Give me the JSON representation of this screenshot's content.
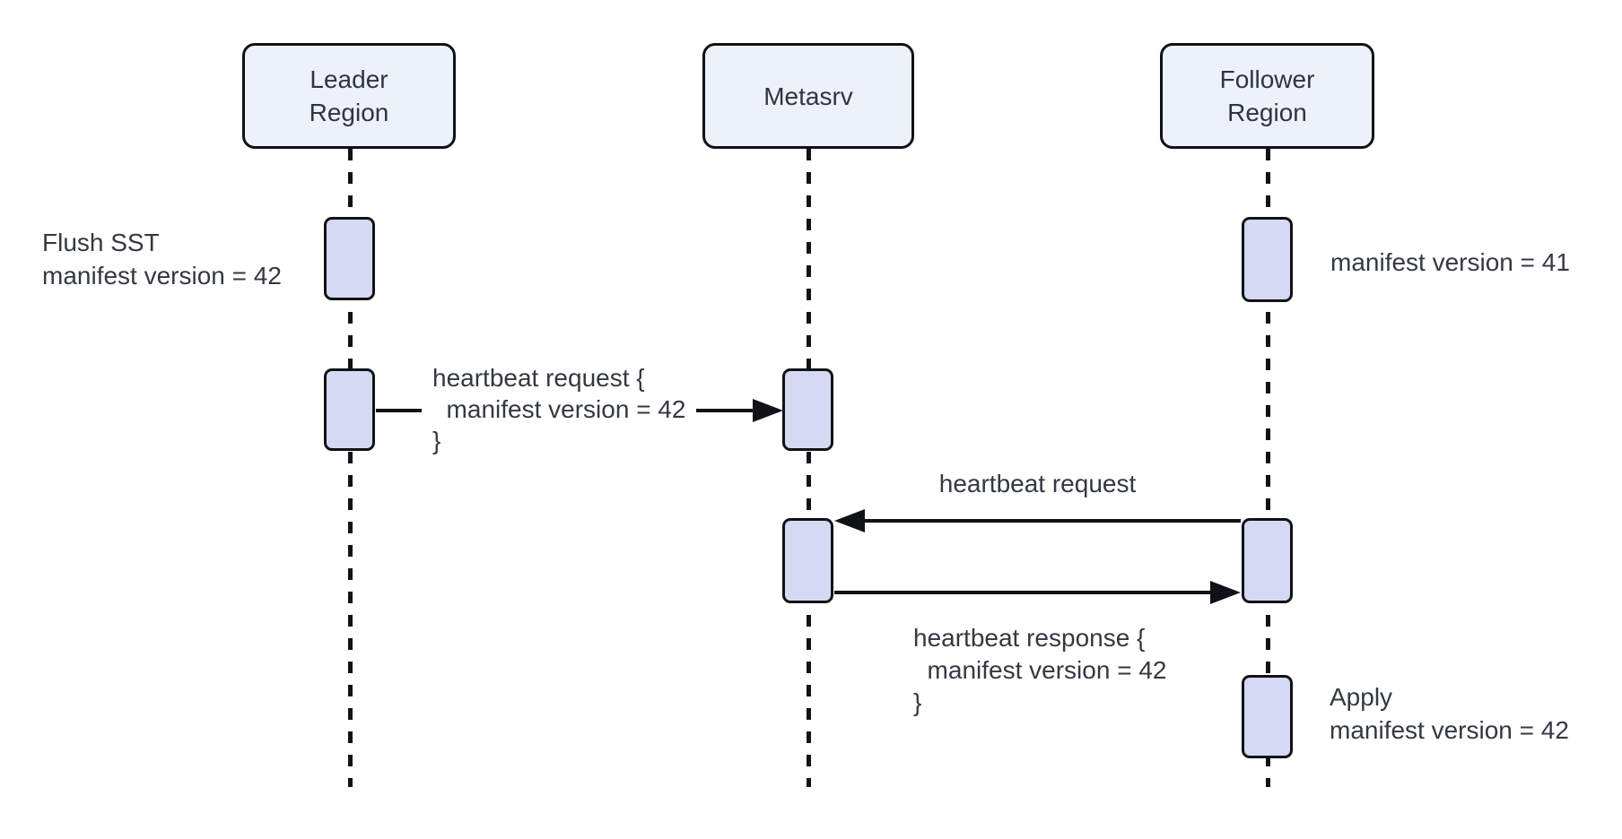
{
  "diagram": {
    "type": "sequence",
    "participants": [
      {
        "name": "Leader Region",
        "lines": [
          "Leader",
          "Region"
        ]
      },
      {
        "name": "Metasrv",
        "lines": [
          "Metasrv"
        ]
      },
      {
        "name": "Follower Region",
        "lines": [
          "Follower",
          "Region"
        ]
      }
    ],
    "messages": [
      {
        "from": "Leader Region",
        "to": "Metasrv",
        "lines": [
          "heartbeat request {",
          "  manifest version = 42",
          "}"
        ]
      },
      {
        "from": "Follower Region",
        "to": "Metasrv",
        "lines": [
          "heartbeat request"
        ]
      },
      {
        "from": "Metasrv",
        "to": "Follower Region",
        "lines": [
          "heartbeat response {",
          "  manifest version = 42",
          "}"
        ]
      }
    ],
    "annotations": [
      {
        "attached_to": "Leader Region",
        "side": "left",
        "lines": [
          "Flush SST",
          "manifest version = 42"
        ]
      },
      {
        "attached_to": "Follower Region",
        "side": "right",
        "lines": [
          "manifest version = 41"
        ]
      },
      {
        "attached_to": "Follower Region",
        "side": "right",
        "lines": [
          "Apply",
          "manifest version = 42"
        ]
      }
    ],
    "colors": {
      "background": "#FFFFFF",
      "participant_fill": "#EDF1FA",
      "activation_fill": "#D5D9F2",
      "stroke": "#101217",
      "text": "#333942"
    }
  }
}
